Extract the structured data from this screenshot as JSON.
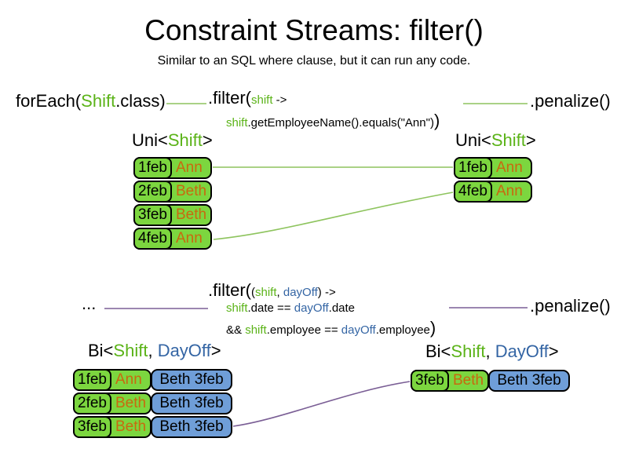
{
  "title": "Constraint Streams: filter()",
  "subtitle": "Similar to an SQL where clause, but it can run any code.",
  "colors": {
    "cell_green": "#7cd63f",
    "cell_blue": "#6f9ed8",
    "text_orange": "#c8690f",
    "text_green": "#5bb318",
    "text_blue": "#3465a4",
    "line_green": "#8ec45e",
    "line_purple": "#7a5e95"
  },
  "stream1": {
    "source_pre": "forEach(",
    "source_class": "Shift",
    "source_post": ".class)",
    "filter_method": ".filter(",
    "filter_param": "shift",
    "filter_arrow": " ->",
    "body_var": "shift",
    "body_rest": ".getEmployeeName().equals(\"Ann\")",
    "body_close": ")",
    "penalize": ".penalize()",
    "left_label_pre": "Uni<",
    "left_label_type": "Shift",
    "left_label_post": ">",
    "right_label_pre": "Uni<",
    "right_label_type": "Shift",
    "right_label_post": ">",
    "left_table": [
      {
        "date": "1feb",
        "name": "Ann"
      },
      {
        "date": "2feb",
        "name": "Beth"
      },
      {
        "date": "3feb",
        "name": "Beth"
      },
      {
        "date": "4feb",
        "name": "Ann"
      }
    ],
    "right_table": [
      {
        "date": "1feb",
        "name": "Ann"
      },
      {
        "date": "4feb",
        "name": "Ann"
      }
    ]
  },
  "stream2": {
    "source": "...",
    "filter_method": ".filter(",
    "p_open": "(",
    "param1": "shift",
    "comma": ", ",
    "param2": "dayOff",
    "p_close": ") ->",
    "l2_var1": "shift",
    "l2_mid": ".date == ",
    "l2_var2": "dayOff",
    "l2_end": ".date",
    "l3_pre": "&& ",
    "l3_var1": "shift",
    "l3_mid": ".employee == ",
    "l3_var2": "dayOff",
    "l3_end": ".employee",
    "l3_close": ")",
    "penalize": ".penalize()",
    "left_label_pre": "Bi<",
    "left_label_t1": "Shift",
    "left_label_sep": ", ",
    "left_label_t2": "DayOff",
    "left_label_post": ">",
    "right_label_pre": "Bi<",
    "right_label_t1": "Shift",
    "right_label_sep": ", ",
    "right_label_t2": "DayOff",
    "right_label_post": ">",
    "left_table": [
      {
        "date": "1feb",
        "name": "Ann",
        "pair": "Beth 3feb"
      },
      {
        "date": "2feb",
        "name": "Beth",
        "pair": "Beth 3feb"
      },
      {
        "date": "3feb",
        "name": "Beth",
        "pair": "Beth 3feb"
      }
    ],
    "right_table": [
      {
        "date": "3feb",
        "name": "Beth",
        "pair": "Beth 3feb"
      }
    ]
  }
}
